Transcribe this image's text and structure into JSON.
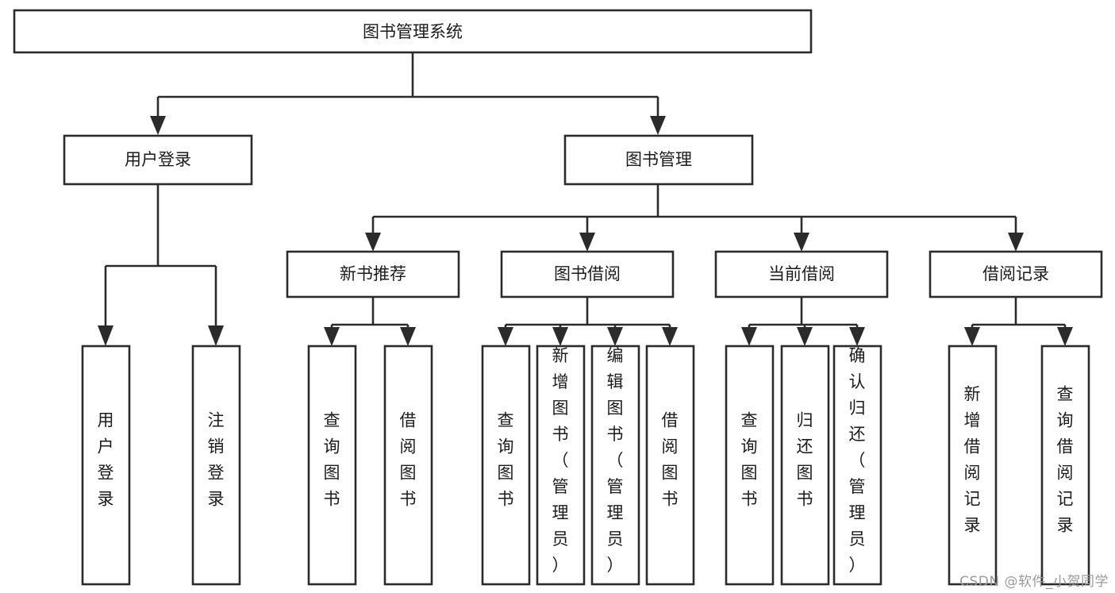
{
  "diagram": {
    "type": "tree-hierarchy",
    "title": "图书管理系统",
    "orientation": "top-down",
    "watermark": "CSDN @软件_小贺同学",
    "colors": {
      "box_fill": "#ffffff",
      "box_stroke": "#2b2b2b",
      "text": "#1b1b1b",
      "background": "#ffffff",
      "watermark_text": "#9a9a9a"
    },
    "nodes": {
      "root": {
        "label": "图书管理系统",
        "level": 1,
        "orientation": "horizontal"
      },
      "level2": [
        {
          "id": "user-login",
          "label": "用户登录",
          "orientation": "horizontal"
        },
        {
          "id": "book-manage",
          "label": "图书管理",
          "orientation": "horizontal"
        }
      ],
      "level3": [
        {
          "id": "new-book-recommend",
          "label": "新书推荐",
          "orientation": "horizontal"
        },
        {
          "id": "book-borrow",
          "label": "图书借阅",
          "orientation": "horizontal"
        },
        {
          "id": "current-borrow",
          "label": "当前借阅",
          "orientation": "horizontal"
        },
        {
          "id": "borrow-record",
          "label": "借阅记录",
          "orientation": "horizontal"
        }
      ],
      "leaves": [
        {
          "id": "leaf-user-login",
          "label": "用户登录",
          "parent": "user-login",
          "orientation": "vertical",
          "align": "middle"
        },
        {
          "id": "leaf-logout-login",
          "label": "注销登录",
          "parent": "user-login",
          "orientation": "vertical",
          "align": "middle"
        },
        {
          "id": "leaf-query-book-1",
          "label": "查询图书",
          "parent": "new-book-recommend",
          "orientation": "vertical",
          "align": "middle"
        },
        {
          "id": "leaf-borrow-book-1",
          "label": "借阅图书",
          "parent": "new-book-recommend",
          "orientation": "vertical",
          "align": "middle"
        },
        {
          "id": "leaf-query-book-2",
          "label": "查询图书",
          "parent": "book-borrow",
          "orientation": "vertical",
          "align": "middle"
        },
        {
          "id": "leaf-add-book-admin",
          "label": "新增图书（管理员）",
          "parent": "book-borrow",
          "orientation": "vertical",
          "align": "top"
        },
        {
          "id": "leaf-edit-book-admin",
          "label": "编辑图书（管理员）",
          "parent": "book-borrow",
          "orientation": "vertical",
          "align": "top"
        },
        {
          "id": "leaf-borrow-book-2",
          "label": "借阅图书",
          "parent": "book-borrow",
          "orientation": "vertical",
          "align": "middle"
        },
        {
          "id": "leaf-query-book-3",
          "label": "查询图书",
          "parent": "current-borrow",
          "orientation": "vertical",
          "align": "middle"
        },
        {
          "id": "leaf-return-book",
          "label": "归还图书",
          "parent": "current-borrow",
          "orientation": "vertical",
          "align": "middle"
        },
        {
          "id": "leaf-confirm-return-admin",
          "label": "确认归还（管理员）",
          "parent": "current-borrow",
          "orientation": "vertical",
          "align": "top"
        },
        {
          "id": "leaf-add-borrow-record",
          "label": "新增借阅记录",
          "parent": "borrow-record",
          "orientation": "vertical",
          "align": "middle"
        },
        {
          "id": "leaf-query-borrow-record",
          "label": "查询借阅记录",
          "parent": "borrow-record",
          "orientation": "vertical",
          "align": "middle"
        }
      ]
    },
    "edges": [
      {
        "from": "root",
        "to": "user-login"
      },
      {
        "from": "root",
        "to": "book-manage"
      },
      {
        "from": "user-login",
        "to": "leaf-user-login"
      },
      {
        "from": "user-login",
        "to": "leaf-logout-login"
      },
      {
        "from": "book-manage",
        "to": "new-book-recommend"
      },
      {
        "from": "book-manage",
        "to": "book-borrow"
      },
      {
        "from": "book-manage",
        "to": "current-borrow"
      },
      {
        "from": "book-manage",
        "to": "borrow-record"
      },
      {
        "from": "new-book-recommend",
        "to": "leaf-query-book-1"
      },
      {
        "from": "new-book-recommend",
        "to": "leaf-borrow-book-1"
      },
      {
        "from": "book-borrow",
        "to": "leaf-query-book-2"
      },
      {
        "from": "book-borrow",
        "to": "leaf-add-book-admin"
      },
      {
        "from": "book-borrow",
        "to": "leaf-edit-book-admin"
      },
      {
        "from": "book-borrow",
        "to": "leaf-borrow-book-2"
      },
      {
        "from": "current-borrow",
        "to": "leaf-query-book-3"
      },
      {
        "from": "current-borrow",
        "to": "leaf-return-book"
      },
      {
        "from": "current-borrow",
        "to": "leaf-confirm-return-admin"
      },
      {
        "from": "borrow-record",
        "to": "leaf-add-borrow-record"
      },
      {
        "from": "borrow-record",
        "to": "leaf-query-borrow-record"
      }
    ]
  }
}
